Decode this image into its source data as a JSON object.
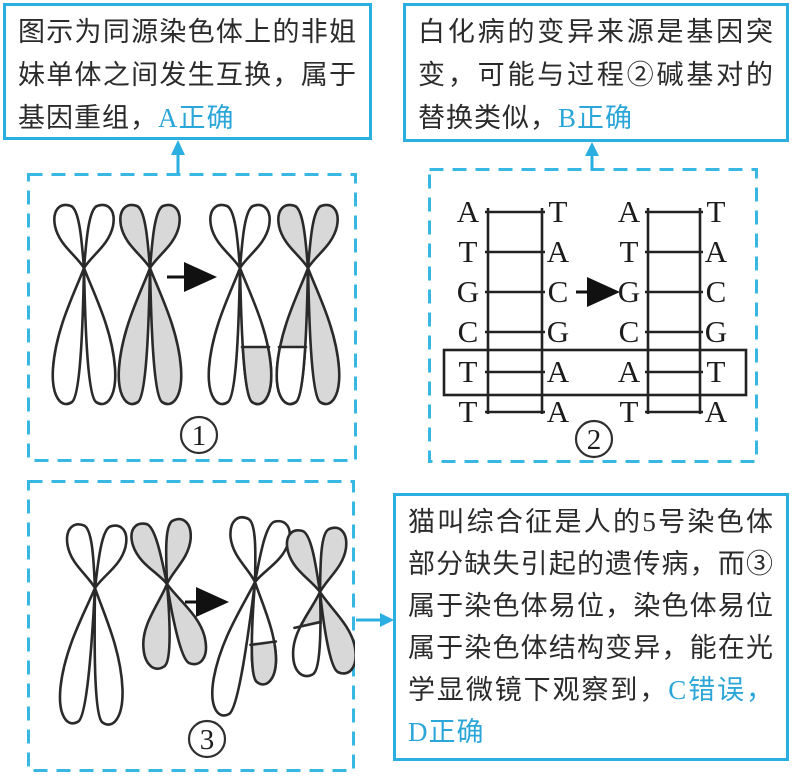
{
  "colors": {
    "accent": "#2bafe0",
    "chromatid_gray": "#d8d8d8",
    "ink": "#2b2b2b"
  },
  "note_a": {
    "text": "图示为同源染色体上的非姐妹单体之间发生互换，属于基因重组，",
    "highlight": "A正确"
  },
  "note_b": {
    "text": "白化病的变异来源是基因突变，可能与过程②碱基对的替换类似，",
    "highlight": "B正确"
  },
  "note_cd": {
    "text": "猫叫综合征是人的5号染色体部分缺失引起的遗传病，而③属于染色体易位，染色体易位属于染色体结构变异，能在光学显微镜下观察到，",
    "highlight": "C错误，D正确"
  },
  "panels": {
    "p1": "1",
    "p2": "2",
    "p3": "3"
  },
  "dna": {
    "l1": {
      "left": [
        "A",
        "T",
        "G",
        "C",
        "T",
        "T"
      ],
      "right": [
        "T",
        "A",
        "C",
        "G",
        "A",
        "A"
      ]
    },
    "l2": {
      "left": [
        "A",
        "T",
        "G",
        "C",
        "A",
        "T"
      ],
      "right": [
        "T",
        "A",
        "C",
        "G",
        "T",
        "A"
      ]
    }
  }
}
